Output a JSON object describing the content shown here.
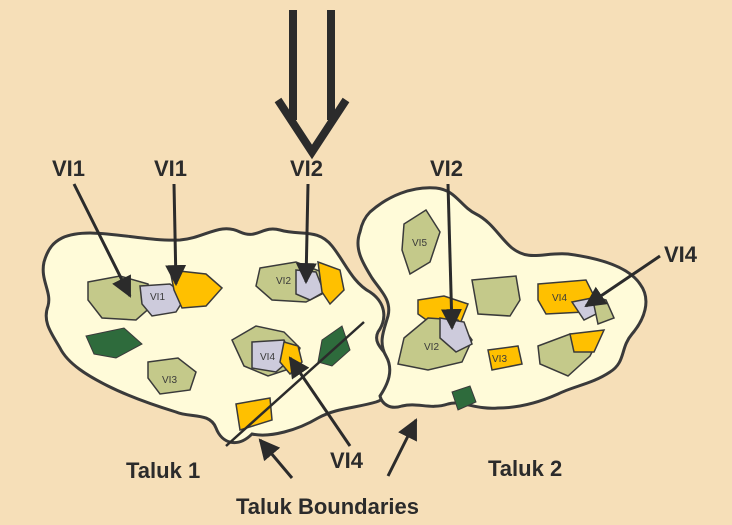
{
  "colors": {
    "background": "#f6dfb8",
    "region_fill": "#fffbd9",
    "region_stroke": "#3a3a3a",
    "olive_patch": "#c4c98a",
    "yellow_patch": "#ffc000",
    "lavender_patch": "#cdcbdc",
    "dark_green_patch": "#2e6b3c",
    "arrow": "#2b2b2b"
  },
  "labels": {
    "top_vi1_left": "VI1",
    "top_vi1_right": "VI1",
    "top_vi2_left": "VI2",
    "top_vi2_right": "VI2",
    "right_vi4": "VI4",
    "bottom_vi4": "VI4",
    "taluk1": "Taluk 1",
    "taluk2": "Taluk 2",
    "boundaries": "Taluk Boundaries"
  },
  "patch_labels": {
    "vi1": "VI1",
    "vi2_left": "VI2",
    "vi2_right": "VI2",
    "vi3_left": "VI3",
    "vi3_right": "VI3",
    "vi4_left": "VI4",
    "vi4_right": "VI4",
    "vi5": "VI5"
  }
}
